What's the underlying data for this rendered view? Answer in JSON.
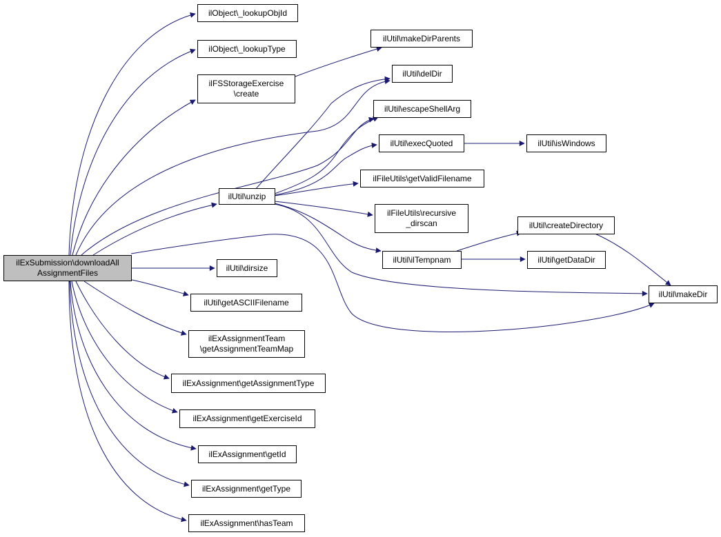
{
  "colors": {
    "edge": "#191970",
    "root_fill": "#bfbfbf",
    "node_fill": "#ffffff",
    "border": "#000000"
  },
  "nodes": {
    "root": "ilExSubmission\\downloadAll\nAssignmentFiles",
    "lookup_obj_id": "ilObject\\_lookupObjId",
    "lookup_type": "ilObject\\_lookupType",
    "fs_storage_create": "ilFSStorageExercise\n\\create",
    "make_dir_parents": "ilUtil\\makeDirParents",
    "del_dir": "ilUtil\\delDir",
    "escape_shell_arg": "ilUtil\\escapeShellArg",
    "exec_quoted": "ilUtil\\execQuoted",
    "is_windows": "ilUtil\\isWindows",
    "unzip": "ilUtil\\unzip",
    "get_valid_filename": "ilFileUtils\\getValidFilename",
    "recursive_dirscan": "ilFileUtils\\recursive\n_dirscan",
    "create_directory": "ilUtil\\createDirectory",
    "il_tempnam": "ilUtil\\ilTempnam",
    "get_data_dir": "ilUtil\\getDataDir",
    "make_dir": "ilUtil\\makeDir",
    "dirsize": "ilUtil\\dirsize",
    "get_ascii_filename": "ilUtil\\getASCIIFilename",
    "team_map": "ilExAssignmentTeam\n\\getAssignmentTeamMap",
    "get_assignment_type": "ilExAssignment\\getAssignmentType",
    "get_exercise_id": "ilExAssignment\\getExerciseId",
    "get_id": "ilExAssignment\\getId",
    "get_type": "ilExAssignment\\getType",
    "has_team": "ilExAssignment\\hasTeam"
  }
}
